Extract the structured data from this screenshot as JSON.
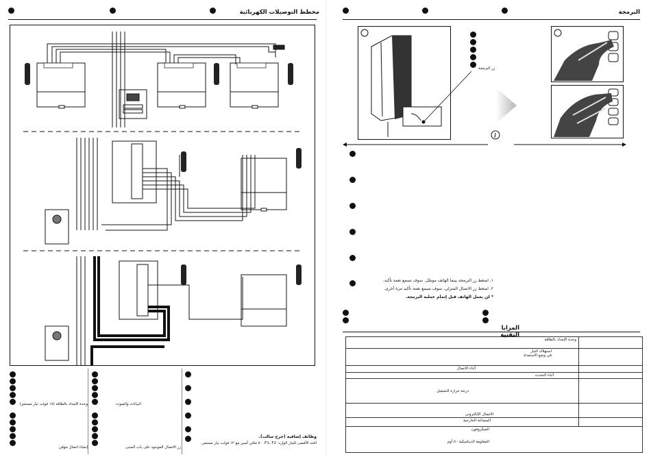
{
  "left_page": {
    "title": "مخطط التوصيلات الكهربائية",
    "legend_col1": [
      "وحدة الإمداد بالطاقة (١٨ فولت تيار مستمر)",
      "إنشاء اتصال مؤمّن"
    ],
    "legend_col2": [
      "البيانات والصوت",
      "زر الاتصال الموجود على باب المبنى"
    ],
    "legend_col3": [
      "وظائف إضافية (خرج سالب).",
      "الحد الأقصى للتيار الوارد: F1، F2: ٥٠ مللي أمبير مع ١٢ فولت تيار مستمر."
    ]
  },
  "right_page": {
    "title": "البرمجة",
    "button_label": "زر البرمجة",
    "steps": [
      "١. اضغط زر البرمجة بينما الهاتف موصّل. سوف تسمع نغمة تأكيد.",
      "٢. اضغط زر الاتصال المنزلي. سوف تسمع نغمة تأكيد مرة أخرى.",
      "* لن يعمل الهاتف قبل إتمام عملية البرمجة."
    ],
    "specs_title": "المزايا التقنية",
    "specs": [
      "وحدة الإمداد بالطاقة",
      "استهلاك التيار",
      "في وضع الاستعداد",
      "أثناء الاتصال",
      "أثناء التحدث",
      "درجة حرارة التشغيل",
      "الاتصال الإلكتروني",
      "السماعة الخارجية",
      "الميكروفون",
      "المقاومة الديناميكية ٥٠ أوم"
    ]
  }
}
